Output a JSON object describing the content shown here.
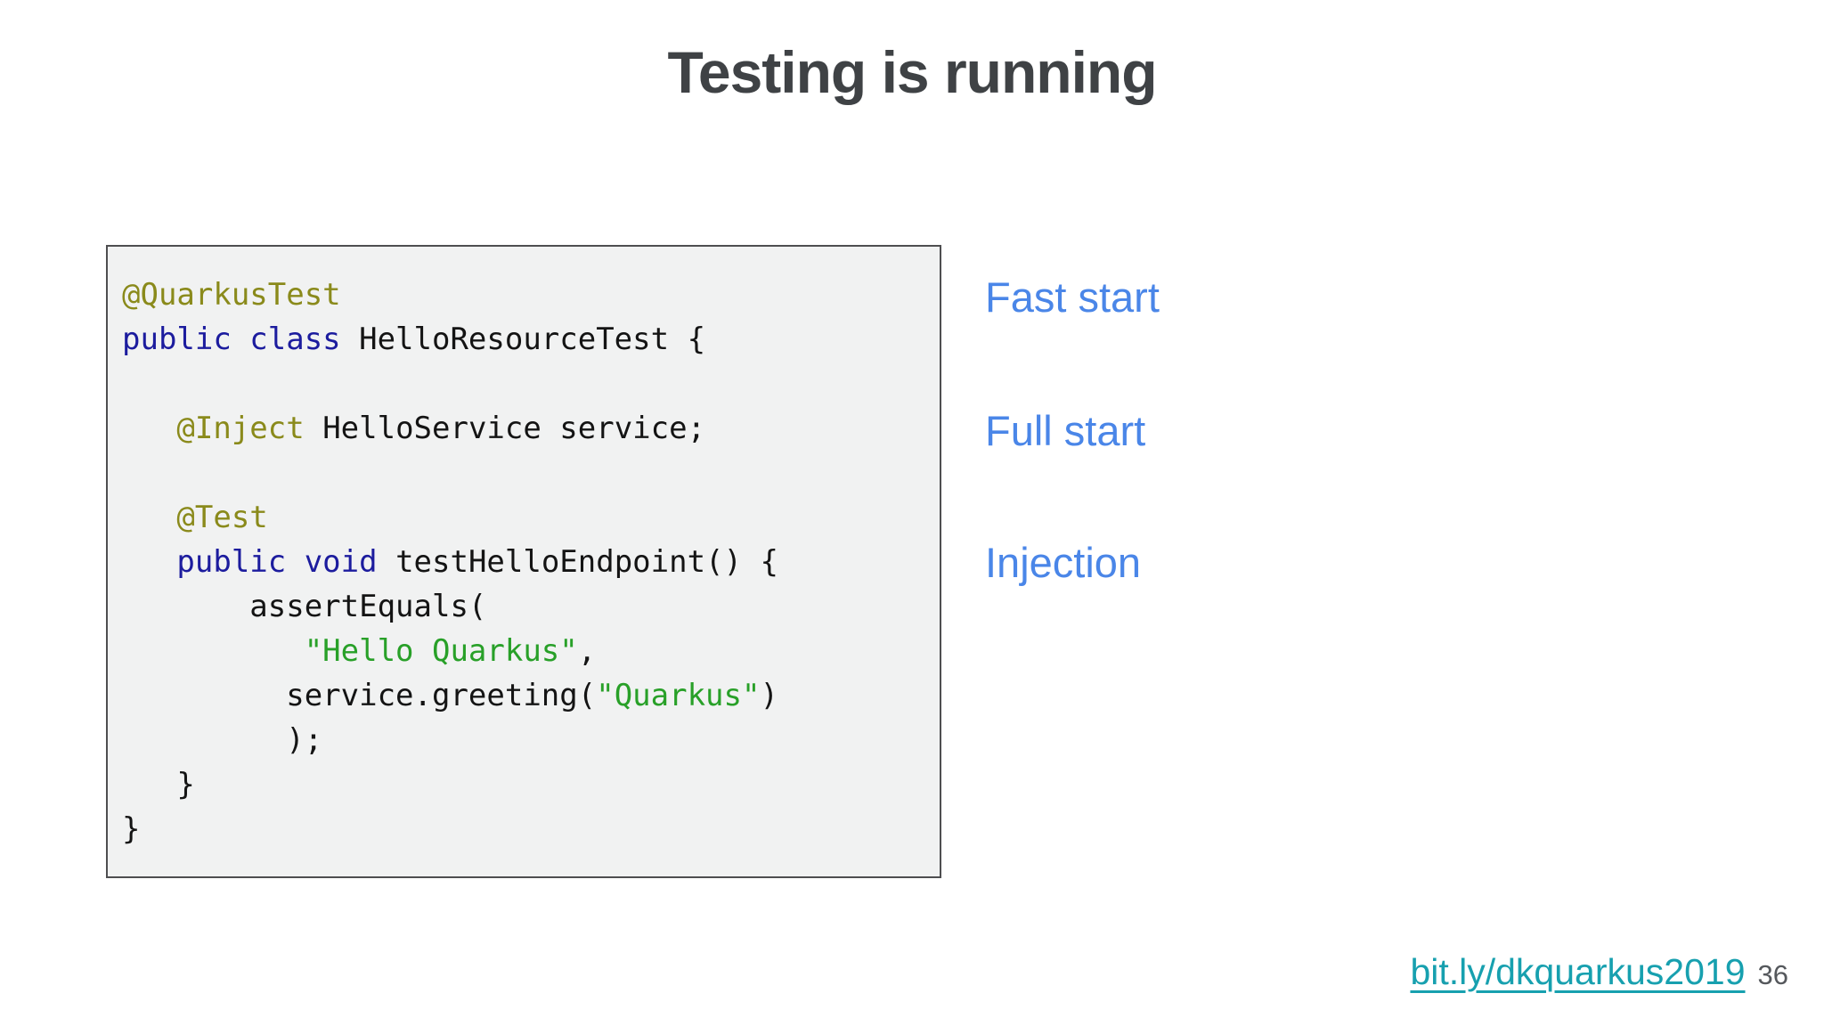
{
  "slide": {
    "title": "Testing is running",
    "page_number": "36",
    "link": {
      "text": "bit.ly/dkquarkus2019"
    }
  },
  "features": [
    {
      "label": "Fast start"
    },
    {
      "label": "Full start"
    },
    {
      "label": "Injection"
    }
  ],
  "colors": {
    "title_gray": "#3f4245",
    "accent_blue": "#4a86e8",
    "link_teal": "#17a0af",
    "page_gray": "#55585c",
    "code_bg": "#f1f2f2",
    "code_border": "#4e4e50",
    "code_text": "#141414",
    "annotation": "#8a8a1b",
    "keyword": "#1c1c9e",
    "string": "#28a028"
  },
  "code_block": {
    "lines": [
      [
        {
          "t": "@QuarkusTest",
          "c": "ann"
        }
      ],
      [
        {
          "t": "public class",
          "c": "kw"
        },
        {
          "t": " HelloResourceTest {",
          "c": "p"
        }
      ],
      [],
      [
        {
          "t": "   ",
          "c": "p"
        },
        {
          "t": "@Inject",
          "c": "ann"
        },
        {
          "t": " HelloService service;",
          "c": "p"
        }
      ],
      [],
      [
        {
          "t": "   ",
          "c": "p"
        },
        {
          "t": "@Test",
          "c": "ann"
        }
      ],
      [
        {
          "t": "   ",
          "c": "p"
        },
        {
          "t": "public void",
          "c": "kw"
        },
        {
          "t": " testHelloEndpoint() {",
          "c": "p"
        }
      ],
      [
        {
          "t": "       assertEquals(",
          "c": "p"
        }
      ],
      [
        {
          "t": "          ",
          "c": "p"
        },
        {
          "t": "\"Hello Quarkus\"",
          "c": "str"
        },
        {
          "t": ",",
          "c": "p"
        }
      ],
      [
        {
          "t": "         service.greeting(",
          "c": "p"
        },
        {
          "t": "\"Quarkus\"",
          "c": "str"
        },
        {
          "t": ")",
          "c": "p"
        }
      ],
      [
        {
          "t": "         );",
          "c": "p"
        }
      ],
      [
        {
          "t": "   }",
          "c": "p"
        }
      ],
      [
        {
          "t": "}",
          "c": "p"
        }
      ]
    ]
  }
}
